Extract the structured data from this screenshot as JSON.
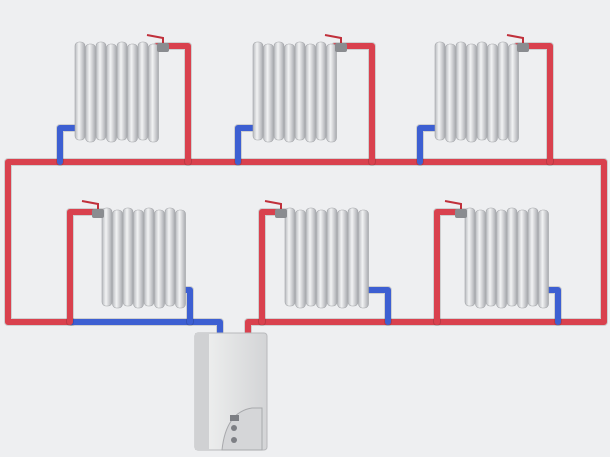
{
  "diagram": {
    "type": "two-pipe heating system",
    "radiator_count": 6,
    "fins_per_radiator": 8,
    "colors": {
      "background": "#eeeff1",
      "supply_pipe": "#d9414e",
      "return_pipe": "#3d5fd2",
      "radiator": "#d9dadd",
      "boiler": "#e3e4e6"
    }
  }
}
